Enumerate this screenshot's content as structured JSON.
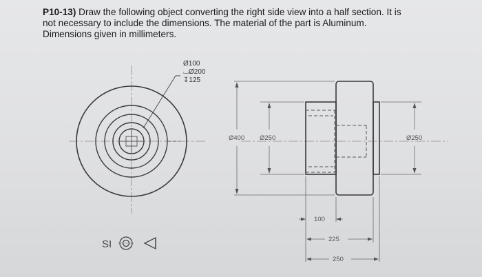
{
  "problem": {
    "number": "P10-13)",
    "line1": "Draw the following object converting the right side view into a half section.  It is",
    "line2": "not necessary to include the dimensions.   The material of the part is Aluminum.",
    "line3": "Dimensions given in millimeters."
  },
  "front_view": {
    "hole_note": {
      "line1": "Ø100",
      "line2": "⌴Ø200",
      "line3": "↧125"
    }
  },
  "side_view": {
    "dims": {
      "outer_diameter": "Ø400",
      "inner_diameter": "Ø250",
      "hub_diameter": "Ø250",
      "length_100": "100",
      "length_225": "225",
      "length_250": "250"
    }
  },
  "units_symbol": {
    "label": "SI"
  }
}
